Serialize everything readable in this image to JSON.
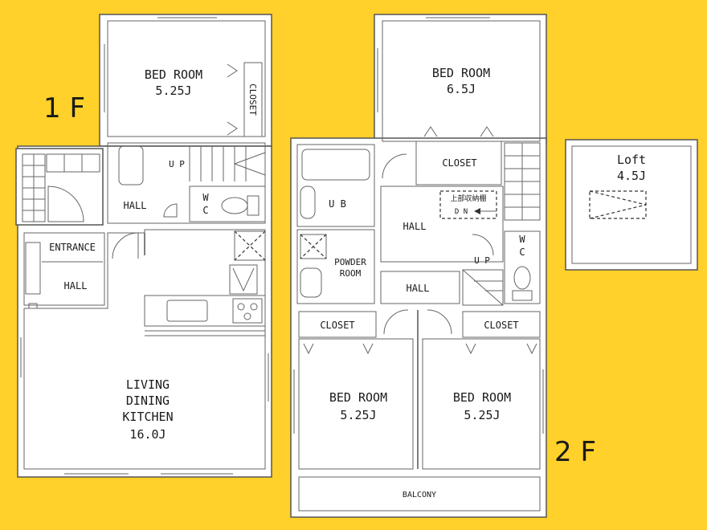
{
  "colors": {
    "background": "#FFD12A",
    "bedroom": "#FFFFD8",
    "wet_area": "#CFF3F3",
    "closet": "#F4D6E4",
    "living": "#F9DCBE",
    "hall": "#FFFFFF",
    "loft": "#F4D6E4"
  },
  "floor1": {
    "label": "1 F",
    "bedroom": {
      "name": "BED ROOM",
      "size": "5.25J"
    },
    "closet": "CLOSET",
    "up": "U P",
    "hall_upper": "HALL",
    "wc": {
      "line1": "W",
      "line2": "C"
    },
    "entrance": "ENTRANCE",
    "hall_lower": "HALL",
    "ldk": {
      "line1": "LIVING",
      "line2": "DINING",
      "line3": "KITCHEN",
      "size": "16.0J"
    }
  },
  "floor2": {
    "label": "2 F",
    "bedroom_top": {
      "name": "BED ROOM",
      "size": "6.5J"
    },
    "closet_top": "CLOSET",
    "ub": "U B",
    "hall_main": "HALL",
    "storage_note": "上部収納棚",
    "dn": "D N",
    "powder_room": {
      "line1": "POWDER",
      "line2": "ROOM"
    },
    "up": "U P",
    "wc": {
      "line1": "W",
      "line2": "C"
    },
    "hall_lower": "HALL",
    "closet_left": "CLOSET",
    "closet_right": "CLOSET",
    "bedroom_left": {
      "name": "BED ROOM",
      "size": "5.25J"
    },
    "bedroom_right": {
      "name": "BED ROOM",
      "size": "5.25J"
    },
    "balcony": "BALCONY"
  },
  "loft": {
    "name": "Loft",
    "size": "4.5J"
  }
}
